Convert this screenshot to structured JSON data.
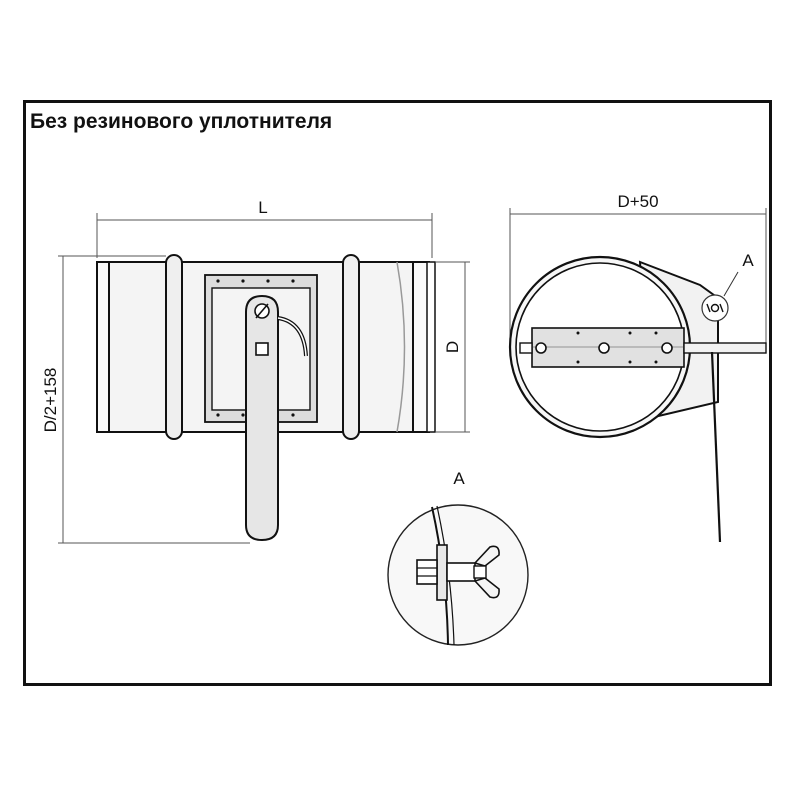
{
  "title": "Без резинового уплотнителя",
  "labels": {
    "length": "L",
    "diameter": "D",
    "height": "D/2+158",
    "width": "D+50",
    "callout": "A",
    "detail": "A"
  },
  "colors": {
    "line": "#111111",
    "thin": "#555555",
    "body_fill": "#f2f2f2",
    "plate_fill": "#d9d9d9"
  }
}
